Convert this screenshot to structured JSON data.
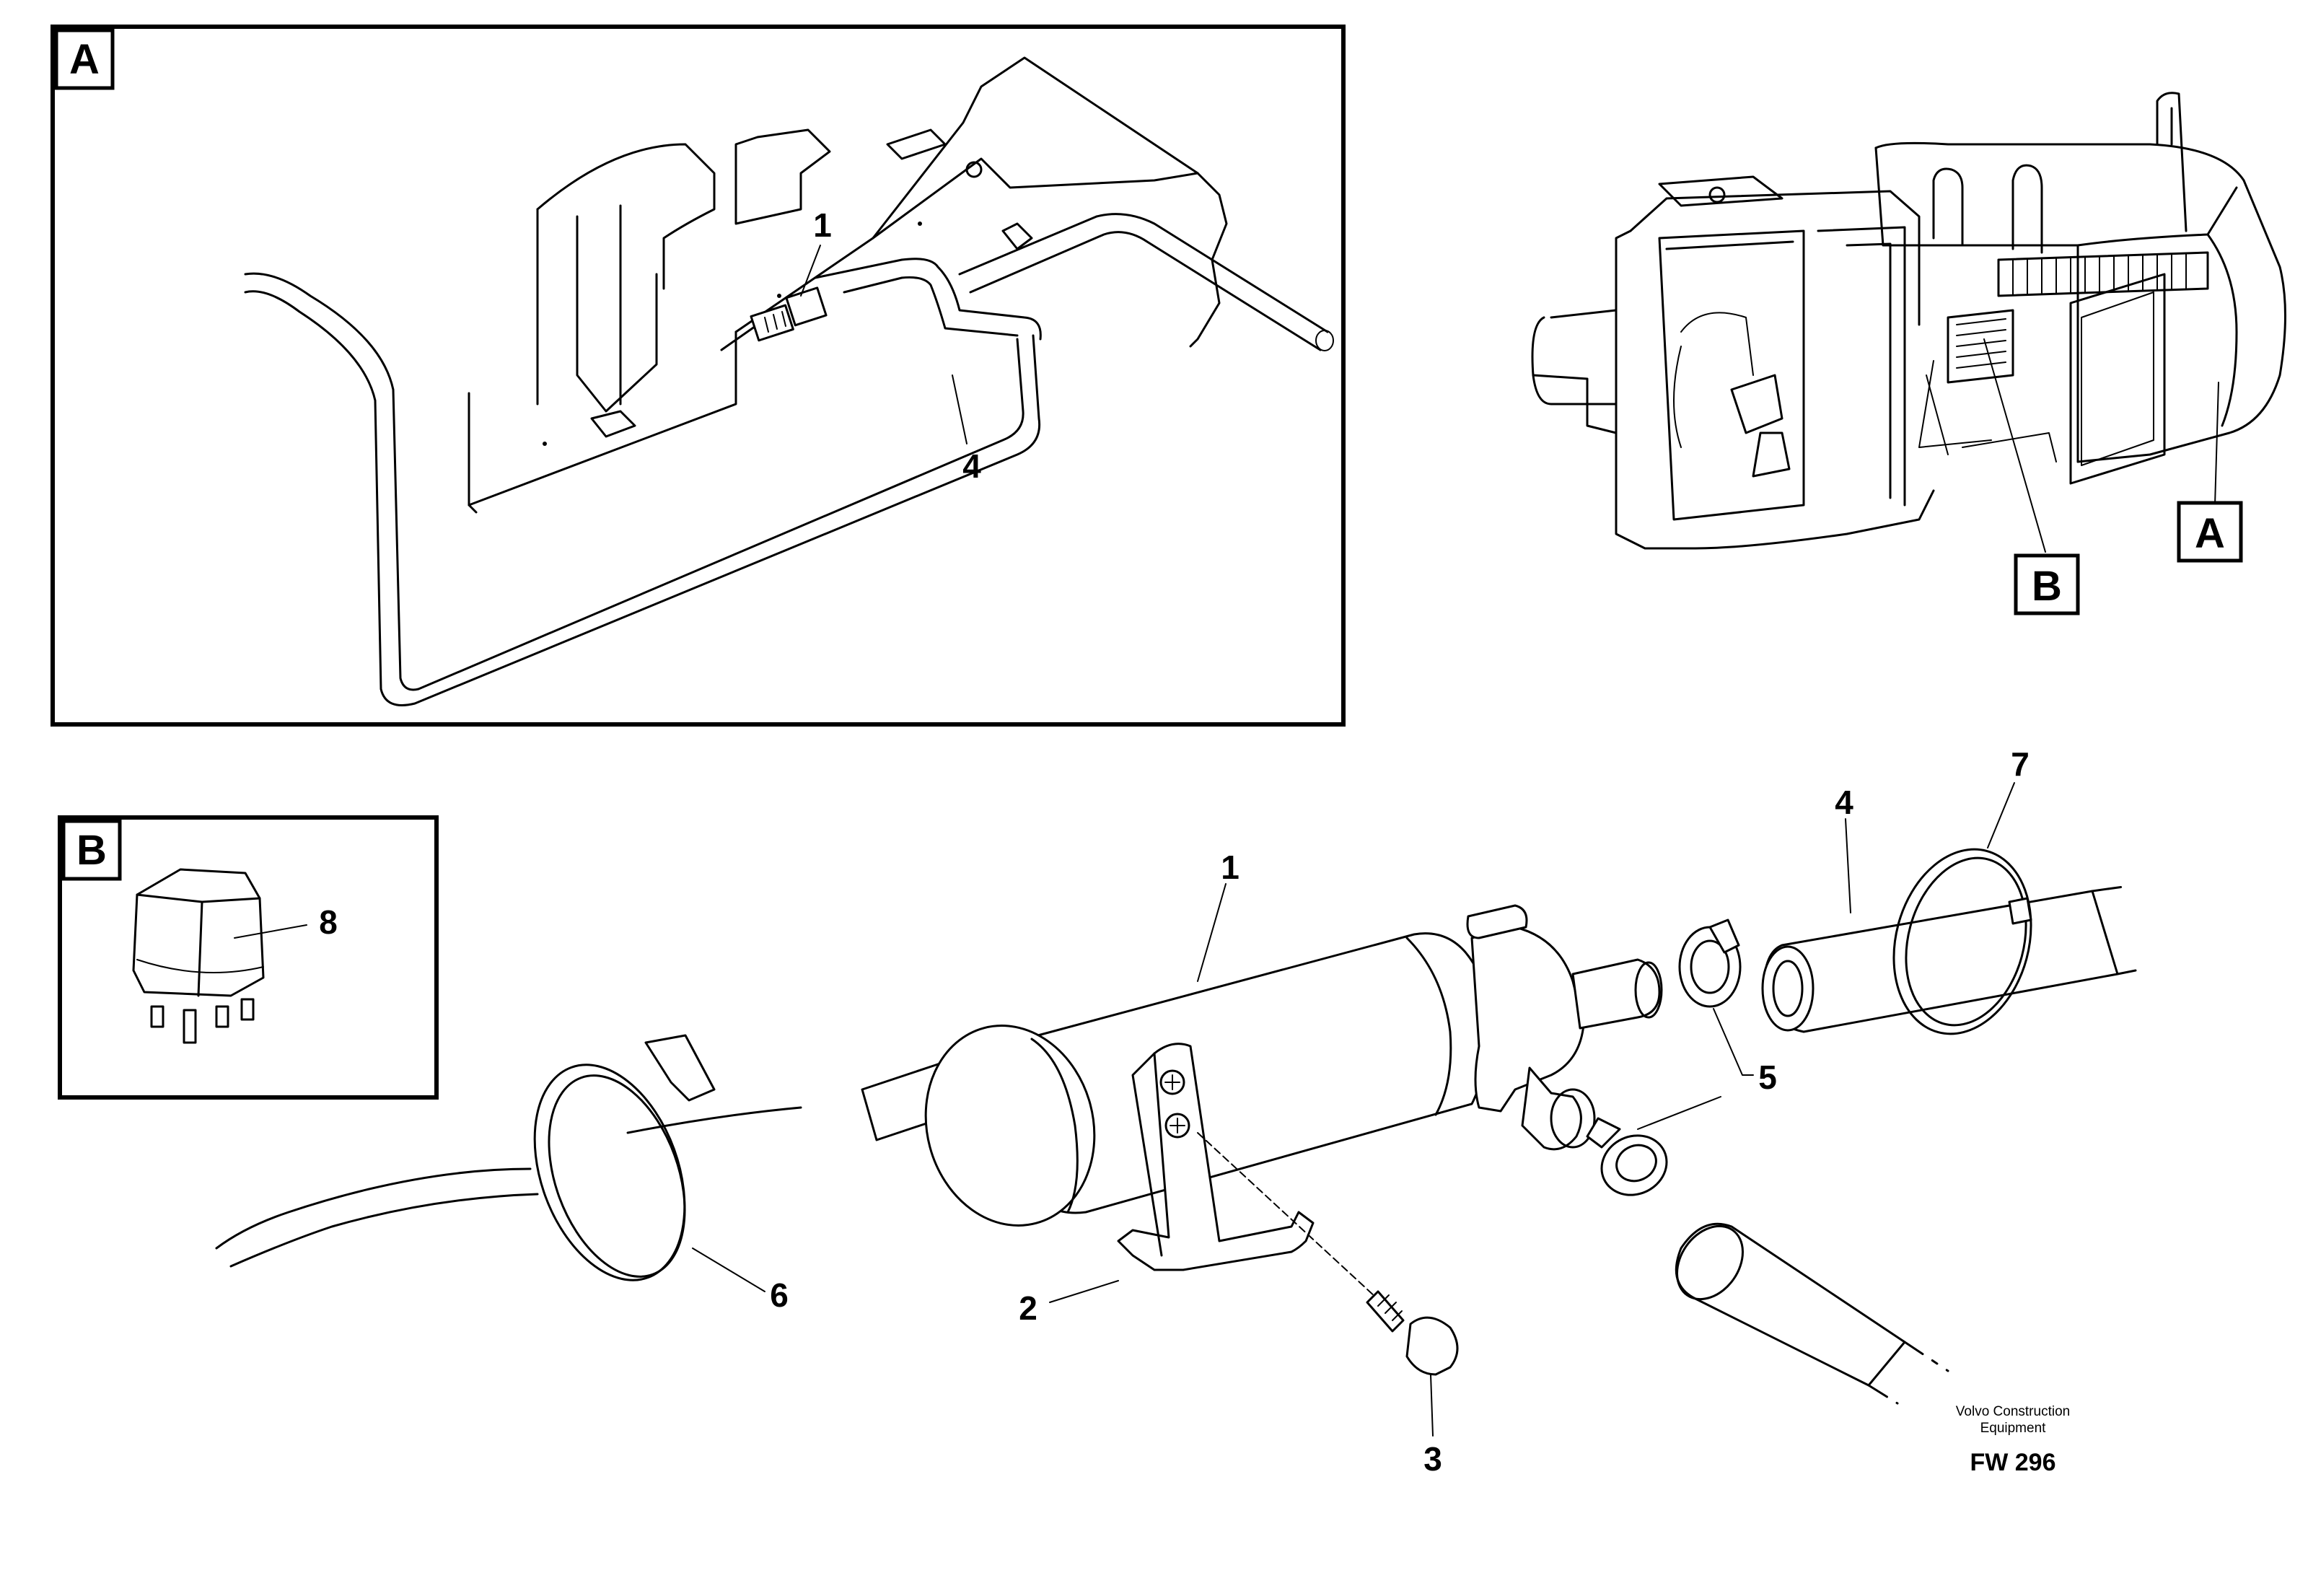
{
  "panels": {
    "a": {
      "letter": "A"
    },
    "b": {
      "letter": "B"
    }
  },
  "machine_view": {
    "marker_a": "A",
    "marker_b": "B"
  },
  "callouts": {
    "a_1": "1",
    "a_4": "4",
    "b_8": "8",
    "main_1": "1",
    "main_2": "2",
    "main_3": "3",
    "main_4": "4",
    "main_5": "5",
    "main_6": "6",
    "main_7": "7"
  },
  "credit": {
    "line1": "Volvo Construction",
    "line2": "Equipment",
    "figure_code": "FW 296"
  }
}
